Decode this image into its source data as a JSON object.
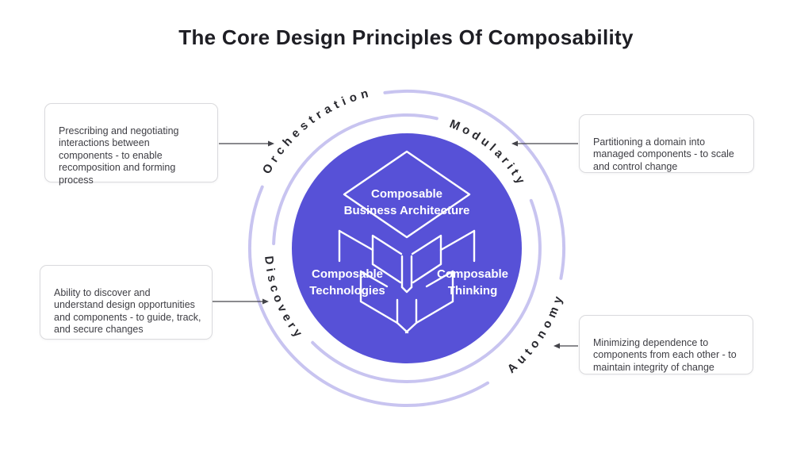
{
  "title": "The Core Design Principles Of Composability",
  "colors": {
    "circle_fill": "#5751d7",
    "ring_stroke": "#c8c4f0",
    "ring_label_color": "#28282e",
    "callout_border": "#dadadd",
    "cube_line": "#ffffff"
  },
  "ring_labels": {
    "orchestration": "Orchestration",
    "modularity": "Modularity",
    "discovery": "Discovery",
    "autonomy": "Autonomy"
  },
  "circle_labels": {
    "business_architecture": {
      "line1": "Composable",
      "line2": "Business Architecture"
    },
    "technologies": {
      "line1": "Composable",
      "line2": "Technologies"
    },
    "thinking": {
      "line1": "Composable",
      "line2": "Thinking"
    }
  },
  "callouts": {
    "orchestration": "Prescribing and negotiating\ninteractions between\ncomponents - to enable\nrecomposition and forming\nprocess",
    "modularity": "Partitioning a domain into\nmanaged components - to scale\nand control change",
    "discovery": "Ability to discover and\nunderstand design opportunities\nand components - to guide, track,\nand secure changes",
    "autonomy": "Minimizing dependence to\ncomponents from each other - to\nmaintain integrity of change"
  }
}
